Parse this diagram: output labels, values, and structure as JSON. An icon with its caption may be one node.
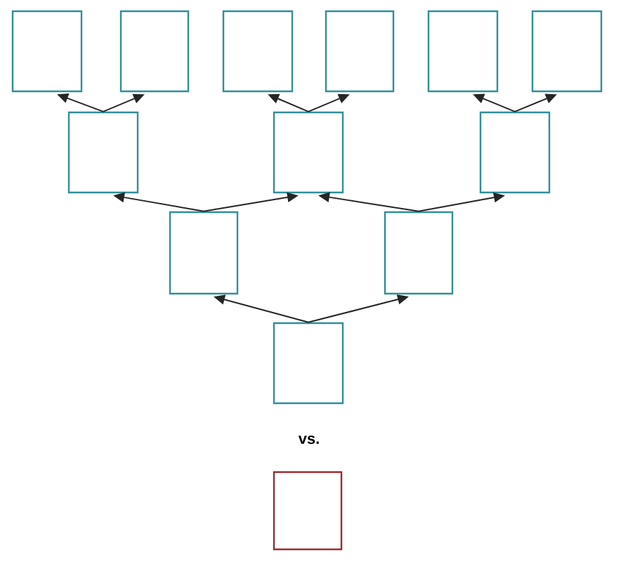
{
  "diagram": {
    "nodes": [
      {
        "text": [],
        "shape": "box"
      },
      {
        "text": [],
        "shape": "box"
      },
      {
        "text": [],
        "shape": "box"
      },
      {
        "text": [],
        "shape": "box"
      },
      {
        "text": [],
        "shape": "box"
      },
      {
        "text": [],
        "shape": "box"
      },
      {
        "text": [],
        "shape": "box"
      },
      {
        "text": [],
        "shape": "box"
      },
      {
        "text": [],
        "shape": "box"
      },
      {
        "text": [],
        "shape": "box"
      },
      {
        "text": [],
        "shape": "box"
      },
      {
        "text": [],
        "shape": "box"
      },
      {
        "text": [],
        "shape": "box"
      }
    ],
    "edges": [
      {
        "from": 11,
        "to": 9,
        "arrow": "to"
      },
      {
        "from": 11,
        "to": 10,
        "arrow": "to"
      },
      {
        "from": 9,
        "to": 6,
        "arrow": "to"
      },
      {
        "from": 9,
        "to": 7,
        "arrow": "to"
      },
      {
        "from": 10,
        "to": 7,
        "arrow": "to"
      },
      {
        "from": 10,
        "to": 8,
        "arrow": "to"
      },
      {
        "from": 6,
        "to": 0,
        "arrow": "to"
      },
      {
        "from": 6,
        "to": 1,
        "arrow": "to"
      },
      {
        "from": 7,
        "to": 2,
        "arrow": "to"
      },
      {
        "from": 7,
        "to": 3,
        "arrow": "to"
      },
      {
        "from": 8,
        "to": 4,
        "arrow": "to"
      },
      {
        "from": 8,
        "to": 5,
        "arrow": "to"
      }
    ],
    "labels": [
      "vs."
    ]
  }
}
